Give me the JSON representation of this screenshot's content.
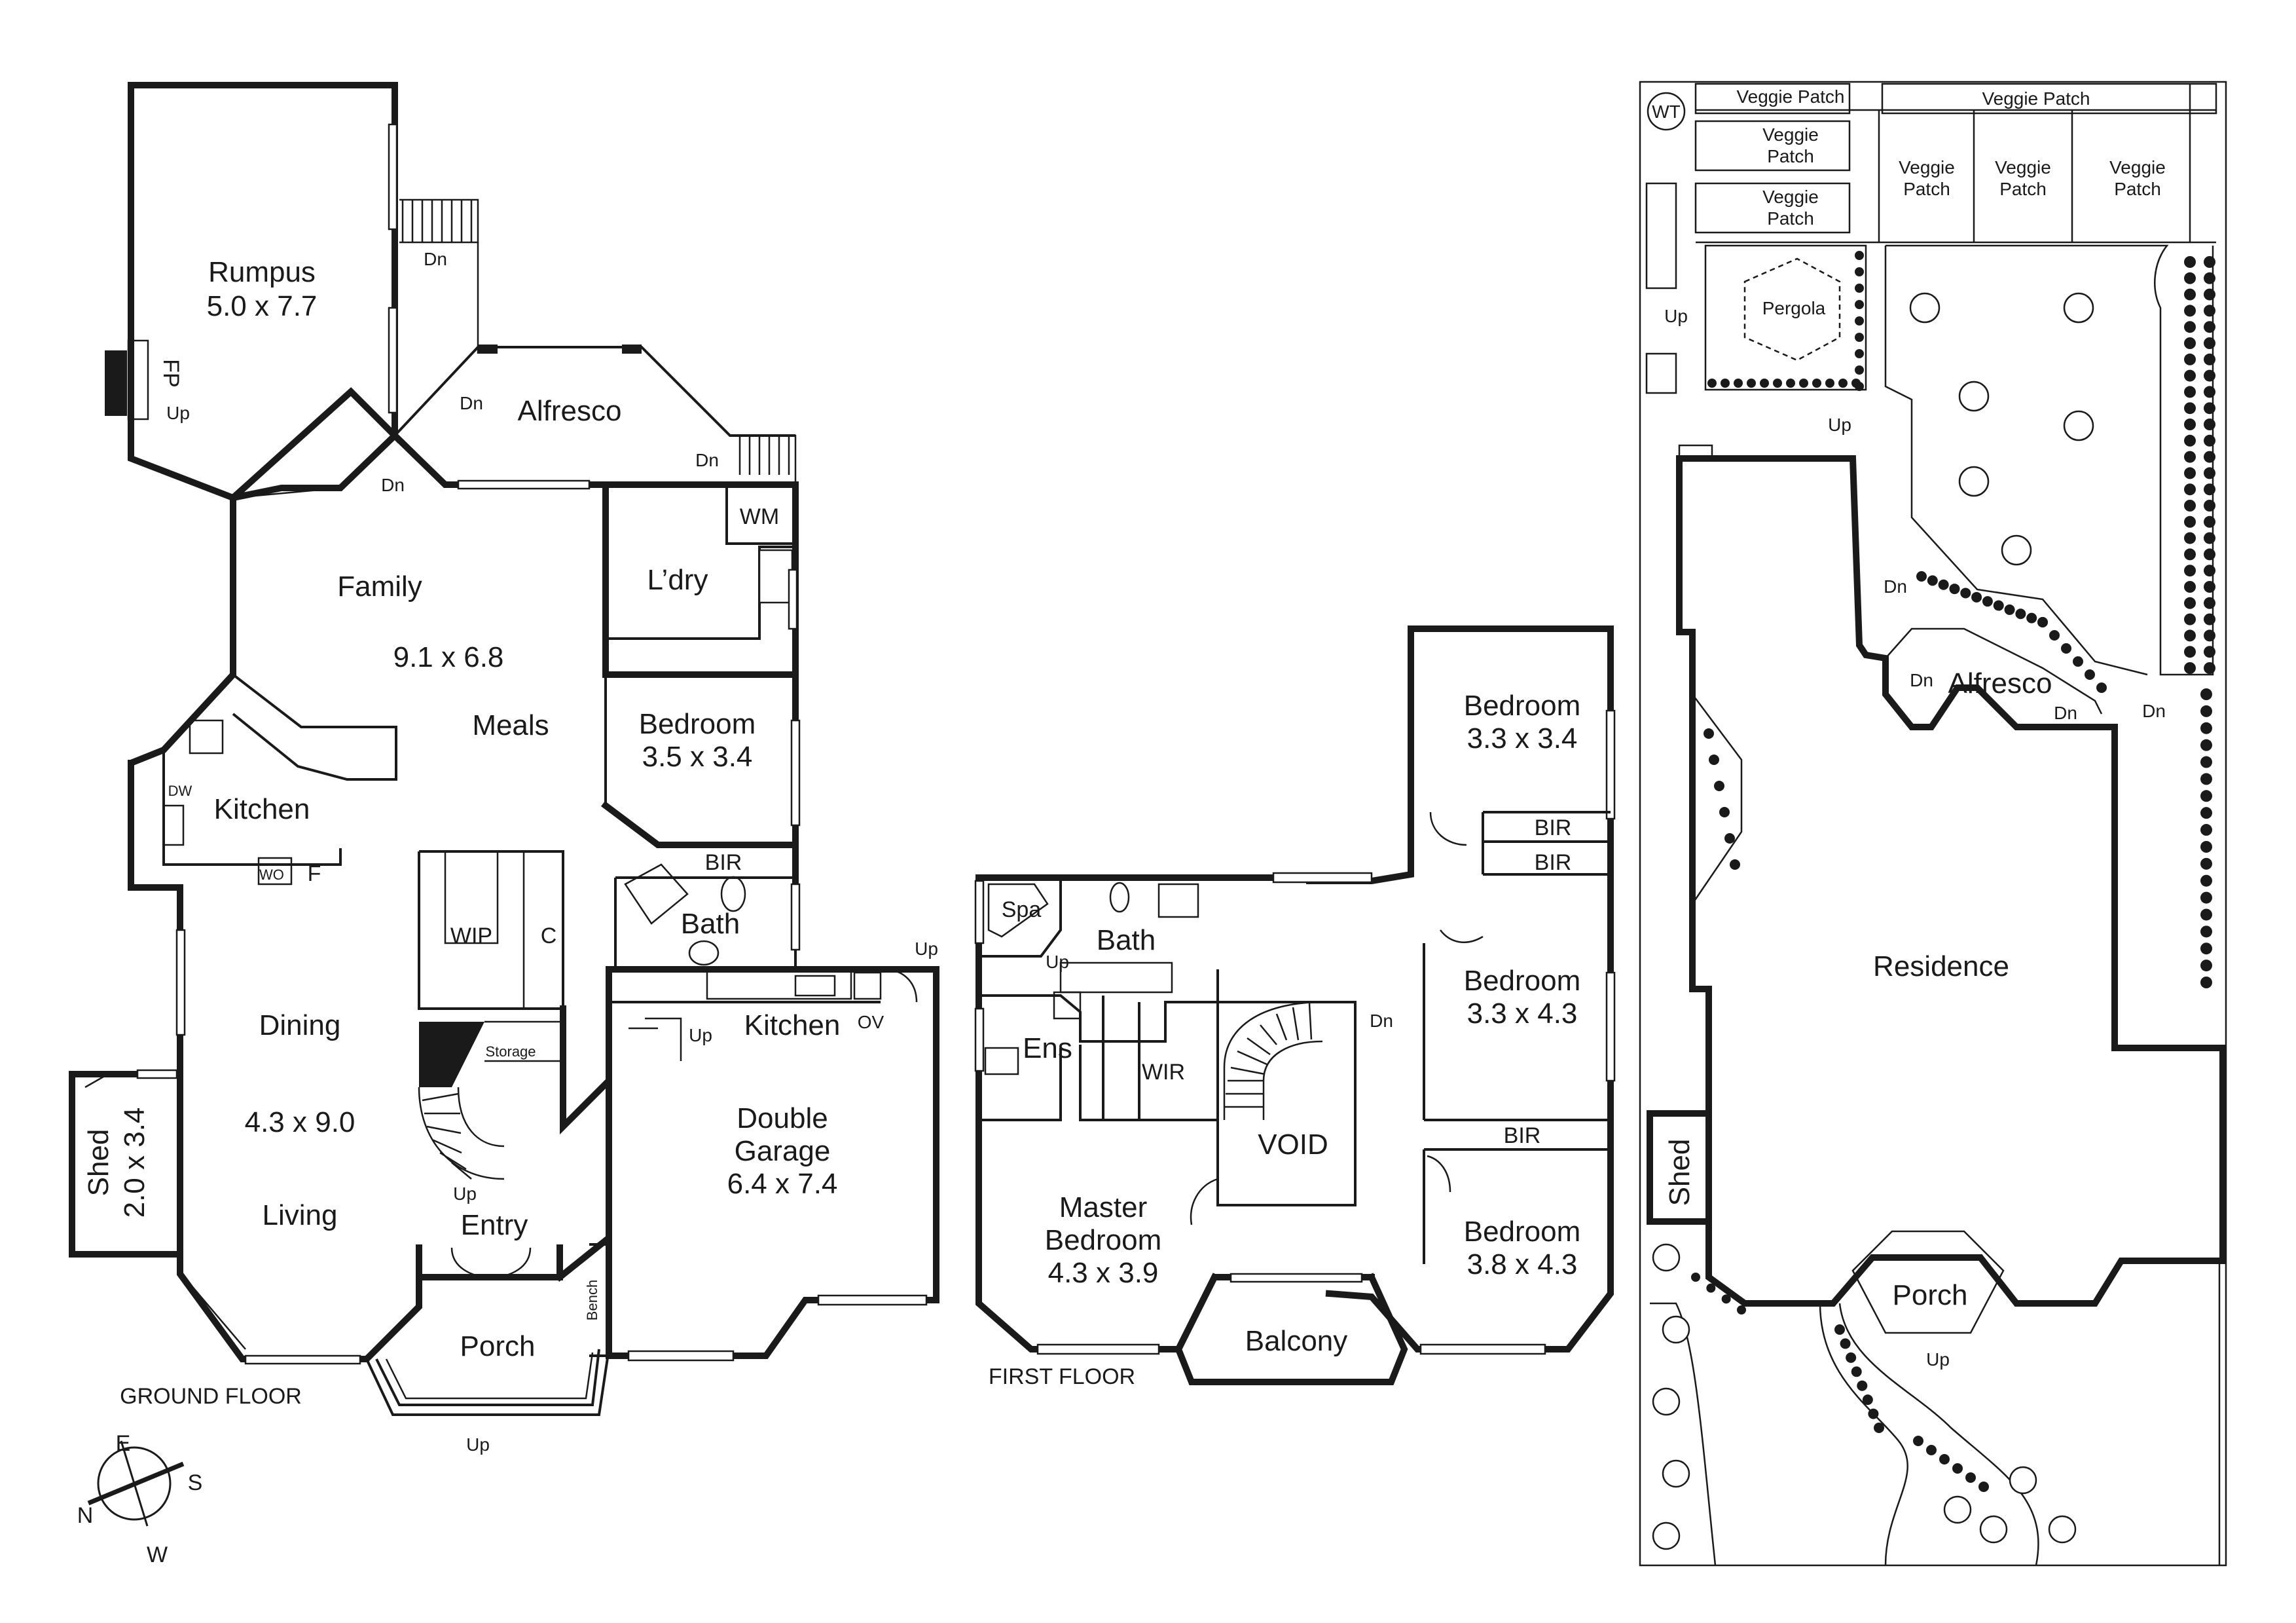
{
  "ground_floor": {
    "heading": "GROUND FLOOR",
    "rooms": {
      "rumpus": {
        "name": "Rumpus",
        "size": "5.0 x 7.7"
      },
      "alfresco": {
        "name": "Alfresco"
      },
      "family": {
        "name": "Family",
        "size": "9.1 x 6.8"
      },
      "meals": {
        "name": "Meals"
      },
      "laundry": {
        "name": "L’dry"
      },
      "wm": {
        "name": "WM"
      },
      "bedroom": {
        "name": "Bedroom",
        "size": "3.5 x 3.4"
      },
      "kitchen": {
        "name": "Kitchen"
      },
      "dw": {
        "name": "DW"
      },
      "wo": {
        "name": "WO"
      },
      "f": {
        "name": "F"
      },
      "bir": {
        "name": "BIR"
      },
      "bath": {
        "name": "Bath"
      },
      "wip": {
        "name": "WIP"
      },
      "c": {
        "name": "C"
      },
      "storage": {
        "name": "Storage"
      },
      "kitchen2": {
        "name": "Kitchen"
      },
      "ov": {
        "name": "OV"
      },
      "dining": {
        "name": "Dining"
      },
      "dining_size": {
        "name": "4.3 x 9.0"
      },
      "living": {
        "name": "Living"
      },
      "shed": {
        "name": "Shed",
        "size": "2.0 x 3.4"
      },
      "entry": {
        "name": "Entry"
      },
      "porch": {
        "name": "Porch"
      },
      "bench": {
        "name": "Bench"
      },
      "garage": {
        "name": "Double",
        "name2": "Garage",
        "size": "6.4 x 7.4"
      },
      "fp": {
        "name": "FP"
      }
    },
    "stairs": {
      "up": "Up",
      "dn": "Dn"
    }
  },
  "first_floor": {
    "heading": "FIRST FLOOR",
    "rooms": {
      "bed1": {
        "name": "Bedroom",
        "size": "3.3 x 3.4"
      },
      "bir1": {
        "name": "BIR"
      },
      "bir2": {
        "name": "BIR"
      },
      "bed2": {
        "name": "Bedroom",
        "size": "3.3 x 4.3"
      },
      "bir3": {
        "name": "BIR"
      },
      "bed3": {
        "name": "Bedroom",
        "size": "3.8 x 4.3"
      },
      "spa": {
        "name": "Spa"
      },
      "bath": {
        "name": "Bath"
      },
      "ens": {
        "name": "Ens"
      },
      "wir": {
        "name": "WIR"
      },
      "void": {
        "name": "VOID"
      },
      "master": {
        "name": "Master",
        "name2": "Bedroom",
        "size": "4.3 x 3.9"
      },
      "balcony": {
        "name": "Balcony"
      }
    }
  },
  "site_plan": {
    "wt": "WT",
    "veggie_patch": "Veggie Patch",
    "veggie": "Veggie",
    "patch": "Patch",
    "pergola": "Pergola",
    "alfresco": "Alfresco",
    "residence": "Residence",
    "shed": "Shed",
    "porch": "Porch"
  },
  "compass": {
    "n": "N",
    "e": "E",
    "s": "S",
    "w": "W"
  }
}
